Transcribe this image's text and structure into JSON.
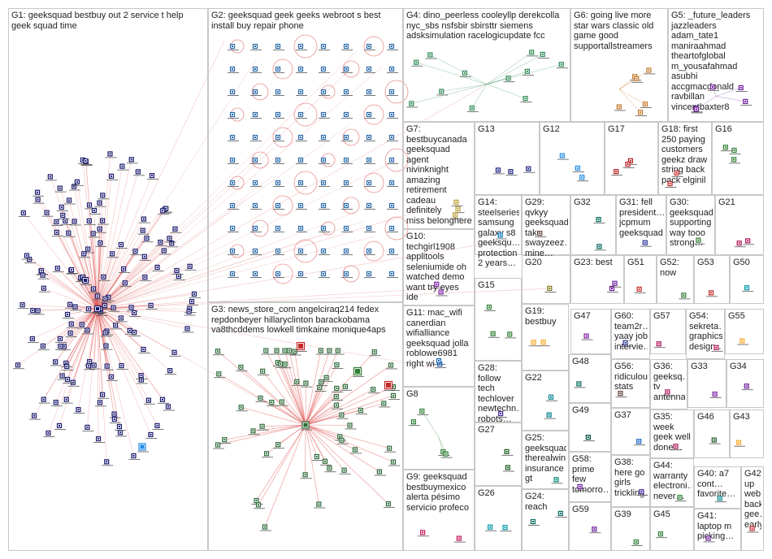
{
  "graph": {
    "groups": [
      {
        "id": "G1",
        "label": "G1: geeksquad bestbuy out 2 service t help\ngeek squad time",
        "color": "#1a1a6e"
      },
      {
        "id": "G2",
        "label": "G2: geeksquad geek geeks webroot s best\ninstall buy repair phone",
        "color": "#2a6aa8"
      },
      {
        "id": "G3",
        "label": "G3: news_store_com angelciraq214 fedex\nrepdonbeyer hillaryclinton barackobama\nva8thcddems lowkell timkaine monique4aps",
        "color": "#2d6b3a"
      },
      {
        "id": "G4",
        "label": "G4: dino_peerless cooleyllp derekcolla\nnyc_sbs nsfsbir sbirsttr siemens\nadsksimulation racelogicupdate fcc",
        "color": "#2e8b57"
      },
      {
        "id": "G5",
        "label": "G5: _future_leaders\njazzleaders\nadam_tate1\nmaniraahmad\ntheartofglobal\nm_yousafahmad\nasubhi\naccgmacdonald\nravbillan\nvincentbaxter8",
        "color": "#6a1b9a"
      },
      {
        "id": "G6",
        "label": "G6: going live more\nstar wars classic old\ngame good\nsupportallstreamers",
        "color": "#c47a2c"
      },
      {
        "id": "G7",
        "label": "G7:\nbestbuycanada\ngeeksquad\nagent nivinknight\namazing\nretirement\ncadeau definitely\nmiss belonghere",
        "color": "#b8a030"
      },
      {
        "id": "G8",
        "label": "G8",
        "color": "#2e7d32"
      },
      {
        "id": "G9",
        "label": "G9: geeksquad\nbestbuymexico\nalerta pésimo\nservicio profeco",
        "color": "#c2185b"
      },
      {
        "id": "G10",
        "label": "G10:\ntechgirl1908\napplitools\nseleniumide oh\nwatched demo\nwant try eyes ide",
        "color": "#7b1fa2"
      },
      {
        "id": "G11",
        "label": "G11: mac_wifi\ncanerdian\nwifialliance\ngeeksquad jolla\nroblowe6981\nright wi fi",
        "color": "#1565c0"
      },
      {
        "id": "G12",
        "label": "G12",
        "color": "#1e88e5"
      },
      {
        "id": "G13",
        "label": "G13",
        "color": "#1a237e"
      },
      {
        "id": "G14",
        "label": "G14:\nsteelseries\nsamsung\ngalaxy s8\ngeeksqu…\nprotection\n2 years…",
        "color": "#0277bd"
      },
      {
        "id": "G15",
        "label": "G15",
        "color": "#2e7d32"
      },
      {
        "id": "G16",
        "label": "G16",
        "color": "#2e7d32"
      },
      {
        "id": "G17",
        "label": "G17",
        "color": "#b71c1c"
      },
      {
        "id": "G18",
        "label": "G18: first\n250 paying\ncustomers\ngeekz draw\nstring back\npack elginil",
        "color": "#c62828"
      },
      {
        "id": "G19",
        "label": "G19:\nbestbuy",
        "color": "#f9a825"
      },
      {
        "id": "G20",
        "label": "G20",
        "color": "#827717"
      },
      {
        "id": "G21",
        "label": "G21",
        "color": "#ad1457"
      },
      {
        "id": "G22",
        "label": "G22",
        "color": "#00838f"
      },
      {
        "id": "G23",
        "label": "G23: best",
        "color": "#6a1b9a"
      },
      {
        "id": "G24",
        "label": "G24: reach",
        "color": "#00695c"
      },
      {
        "id": "G25",
        "label": "G25:\ngeeksquad\ntherealwin…\ninsurance\ngt",
        "color": "#00897b"
      },
      {
        "id": "G26",
        "label": "G26",
        "color": "#0097a7"
      },
      {
        "id": "G27",
        "label": "G27",
        "color": "#1b5e20"
      },
      {
        "id": "G28",
        "label": "G28:\nfollow tech\ntechlover\nnewtechn…\nrobots…",
        "color": "#4527a0"
      },
      {
        "id": "G29",
        "label": "G29: qvkyy\ngeeksquad\ntake\nswayzeez…\nmine…",
        "color": "#5d4037"
      },
      {
        "id": "G30",
        "label": "G30:\ngeeksquad\nsupporting\nway tooo\nstrong…",
        "color": "#2e7d32"
      },
      {
        "id": "G31",
        "label": "G31: fell\npresident…\njcpmum\ngeeksquad",
        "color": "#283593"
      },
      {
        "id": "G32",
        "label": "G32",
        "color": "#00695c"
      },
      {
        "id": "G33",
        "label": "G33",
        "color": "#7b1fa2"
      },
      {
        "id": "G34",
        "label": "G34",
        "color": "#6a1b9a"
      },
      {
        "id": "G35",
        "label": "G35:\nweek\ngeek well\ndone…",
        "color": "#ad1457"
      },
      {
        "id": "G36",
        "label": "G36:\ngeeksq…\ntv\nantenna",
        "color": "#ad1457"
      },
      {
        "id": "G37",
        "label": "G37",
        "color": "#1565c0"
      },
      {
        "id": "G38",
        "label": "G38:\nhere go\ngirls\ntrickling…",
        "color": "#4527a0"
      },
      {
        "id": "G39",
        "label": "G39",
        "color": "#2e7d32"
      },
      {
        "id": "G40",
        "label": "G40: a7\ncont…\nfavorite…",
        "color": "#00838f"
      },
      {
        "id": "G41",
        "label": "G41:\nlaptop m\npicking…",
        "color": "#6a1b9a"
      },
      {
        "id": "G42",
        "label": "G42:\nup\nweb…\nback\ngee…\nearly",
        "color": "#c62828"
      },
      {
        "id": "G43",
        "label": "G43",
        "color": "#f9a825"
      },
      {
        "id": "G44",
        "label": "G44:\nwarranty\nelectroni…\nnever…",
        "color": "#2e7d32"
      },
      {
        "id": "G45",
        "label": "G45",
        "color": "#2e7d32"
      },
      {
        "id": "G46",
        "label": "G46",
        "color": "#1b5e20"
      },
      {
        "id": "G47",
        "label": "G47",
        "color": "#7b1fa2"
      },
      {
        "id": "G48",
        "label": "G48",
        "color": "#00695c"
      },
      {
        "id": "G49",
        "label": "G49",
        "color": "#004d40"
      },
      {
        "id": "G50",
        "label": "G50",
        "color": "#0097a7"
      },
      {
        "id": "G51",
        "label": "G51",
        "color": "#c62828"
      },
      {
        "id": "G52",
        "label": "G52:\nnow",
        "color": "#2e7d32"
      },
      {
        "id": "G53",
        "label": "G53",
        "color": "#c62828"
      },
      {
        "id": "G54",
        "label": "G54:\nsekreta…\ngraphics\ndesign…",
        "color": "#ad1457"
      },
      {
        "id": "G55",
        "label": "G55",
        "color": "#f9a825"
      },
      {
        "id": "G56",
        "label": "G56:\nridiculous\nstats",
        "color": "#5d4037"
      },
      {
        "id": "G57",
        "label": "G57",
        "color": "#ad1457"
      },
      {
        "id": "G58",
        "label": "G58:\nprime\nfew\ntomorro…",
        "color": "#6a1b9a"
      },
      {
        "id": "G59",
        "label": "G59",
        "color": "#6a1b9a"
      },
      {
        "id": "G60",
        "label": "G60:\nteam2r…\nyaay job\ninterviе…",
        "color": "#283593"
      }
    ]
  }
}
